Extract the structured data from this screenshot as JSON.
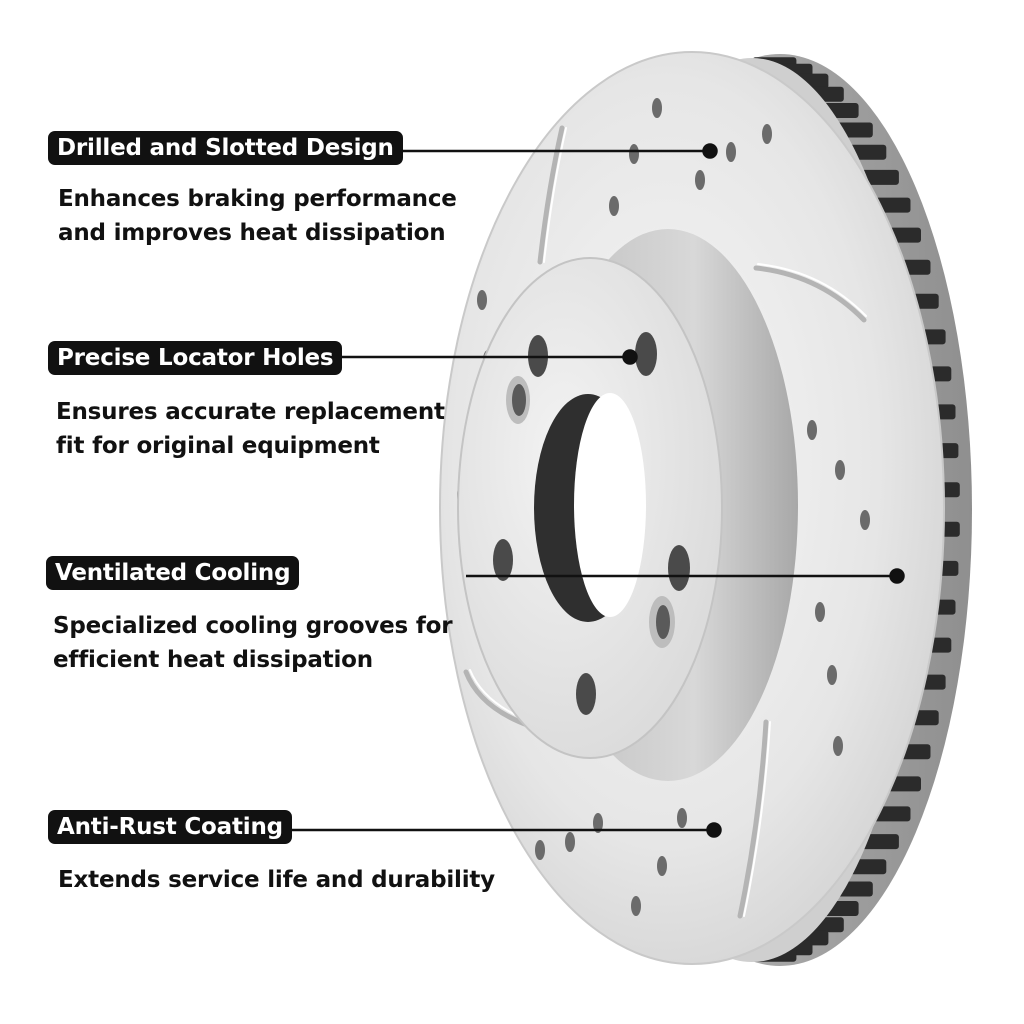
{
  "colors": {
    "badge_background": "#111111",
    "badge_text": "#ffffff",
    "description_text": "#111111",
    "rotor_face": "#e9e9e9",
    "rotor_shadow": "#9a9a9a",
    "vane_dark": "#2b2b2b"
  },
  "features": [
    {
      "title": "Drilled and Slotted Design",
      "description_lines": [
        "Enhances braking performance",
        "and improves heat dissipation"
      ]
    },
    {
      "title": "Precise Locator Holes",
      "description_lines": [
        "Ensures accurate replacement",
        "fit for original equipment"
      ]
    },
    {
      "title": "Ventilated Cooling",
      "description_lines": [
        "Specialized cooling grooves for",
        "efficient heat dissipation"
      ]
    },
    {
      "title": "Anti-Rust Coating",
      "description_lines": [
        "Extends service life and durability"
      ]
    }
  ]
}
